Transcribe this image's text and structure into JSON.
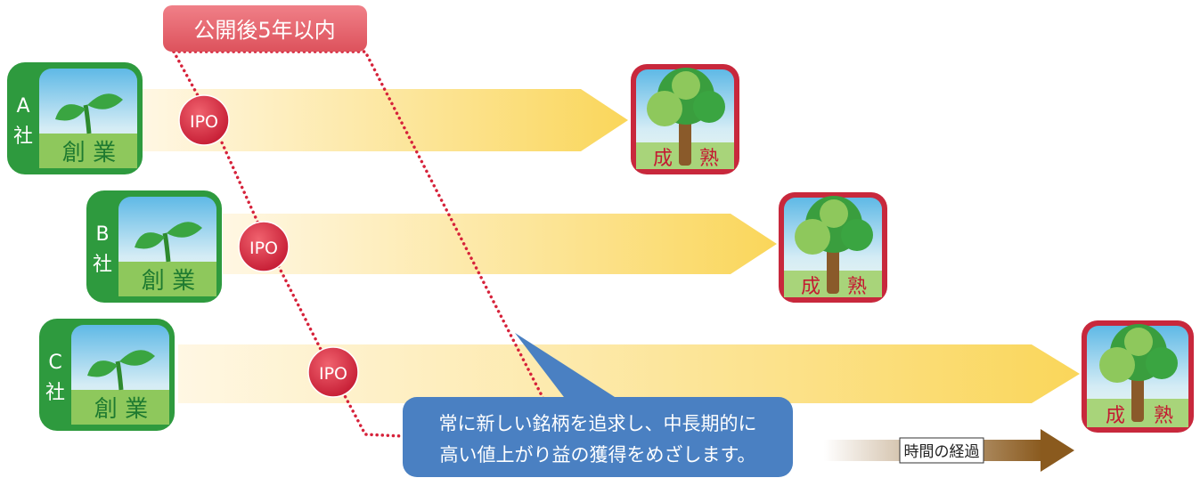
{
  "header": {
    "label": "公開後5年以内",
    "color": "#e8636a"
  },
  "companies": [
    {
      "name_line1": "A",
      "name_line2": "社",
      "start_label": "創 業",
      "ipo_label": "IPO",
      "mature_label_1": "成",
      "mature_label_2": "熟"
    },
    {
      "name_line1": "B",
      "name_line2": "社",
      "start_label": "創 業",
      "ipo_label": "IPO",
      "mature_label_1": "成",
      "mature_label_2": "熟"
    },
    {
      "name_line1": "C",
      "name_line2": "社",
      "start_label": "創 業",
      "ipo_label": "IPO",
      "mature_label_1": "成",
      "mature_label_2": "熟"
    }
  ],
  "callout": {
    "line1": "常に新しい銘柄を追求し、中長期的に",
    "line2": "高い値上がり益の獲得をめざします。",
    "color": "#4a80c2"
  },
  "time_arrow": {
    "label": "時間の経過",
    "color": "#8a5a1e"
  },
  "colors": {
    "company_green": "#2e9a3e",
    "mature_red": "#c8283c",
    "ipo_red": "#d6223a",
    "arrow_yellow": "#fad65a"
  }
}
